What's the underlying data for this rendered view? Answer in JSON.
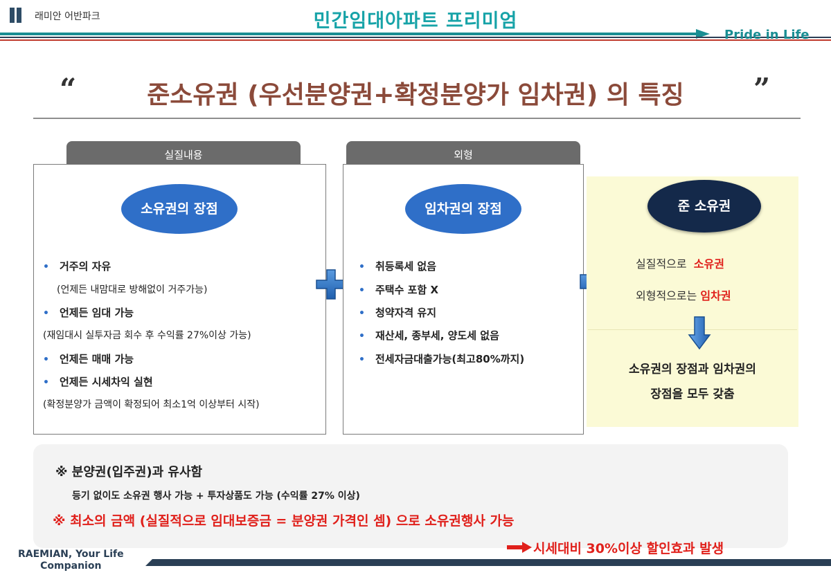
{
  "header": {
    "brand": "래미안 어반파크",
    "title": "민간임대아파트 프리미엄",
    "slogan": "Pride in Life"
  },
  "main_title": {
    "open_quote": "“",
    "text": "준소유권 (우선분양권+확정분양가 임차권) 의 특징",
    "close_quote": "”"
  },
  "left_panel": {
    "tab": "실질내용",
    "badge": "소유권의 장점",
    "items": [
      {
        "type": "bullet",
        "text": "거주의  자유"
      },
      {
        "type": "sub",
        "text": "(언제든 내맘대로 방해없이 거주가능)"
      },
      {
        "type": "bullet",
        "text": "언제든 임대 가능"
      },
      {
        "type": "sub",
        "text": "(재임대시 실투자금 회수 후 수익률  27%이상 가능)"
      },
      {
        "type": "bullet",
        "text": "언제든 매매  가능"
      },
      {
        "type": "bullet",
        "text": "언제든 시세차익 실현"
      },
      {
        "type": "sub",
        "text": "(확정분양가 금액이 확정되어 최소1억 이상부터 시작)"
      }
    ]
  },
  "middle_panel": {
    "tab": "외형",
    "badge": "임차권의 장점",
    "items": [
      "취등록세 없음",
      "주택수 포함 X",
      "청약자격 유지",
      "재산세, 종부세, 양도세 없음",
      "전세자금대출가능(최고80%까지)"
    ]
  },
  "right_panel": {
    "badge": "준 소유권",
    "line1_prefix": "실질적으로",
    "line1_highlight": "소유권",
    "line2_prefix": "외형적으로는",
    "line2_highlight": "임차권",
    "summary_line1": "소유권의 장점과 임차권의",
    "summary_line2": "장점을 모두 갖춤"
  },
  "bottom": {
    "note1": "※ 분양권(입주권)과 유사함",
    "note2": "등기 없이도 소유권 행사 가능 + 투자상품도 가능 (수익률 27% 이상)",
    "note3": "※ 최소의 금액 (실질적으로  임대보증금 = 분양권 가격인 셈) 으로 소유권행사 가능",
    "note4": "시세대비  30%이상  할인효과 발생"
  },
  "footer": {
    "line1": "RAEMIAN, Your Life",
    "line2": "Companion"
  },
  "colors": {
    "teal": "#17a3a8",
    "navy": "#2a3f55",
    "blue_badge": "#2f6fc8",
    "dark_badge": "#14294a",
    "title_brown": "#8b4a3a",
    "highlight_red": "#e0201b",
    "panel_yellow": "#fbfad6"
  },
  "icons": [
    "logo-bars-icon",
    "plus-icon",
    "arrow-right-icon",
    "arrow-down-icon",
    "red-arrow-icon"
  ]
}
